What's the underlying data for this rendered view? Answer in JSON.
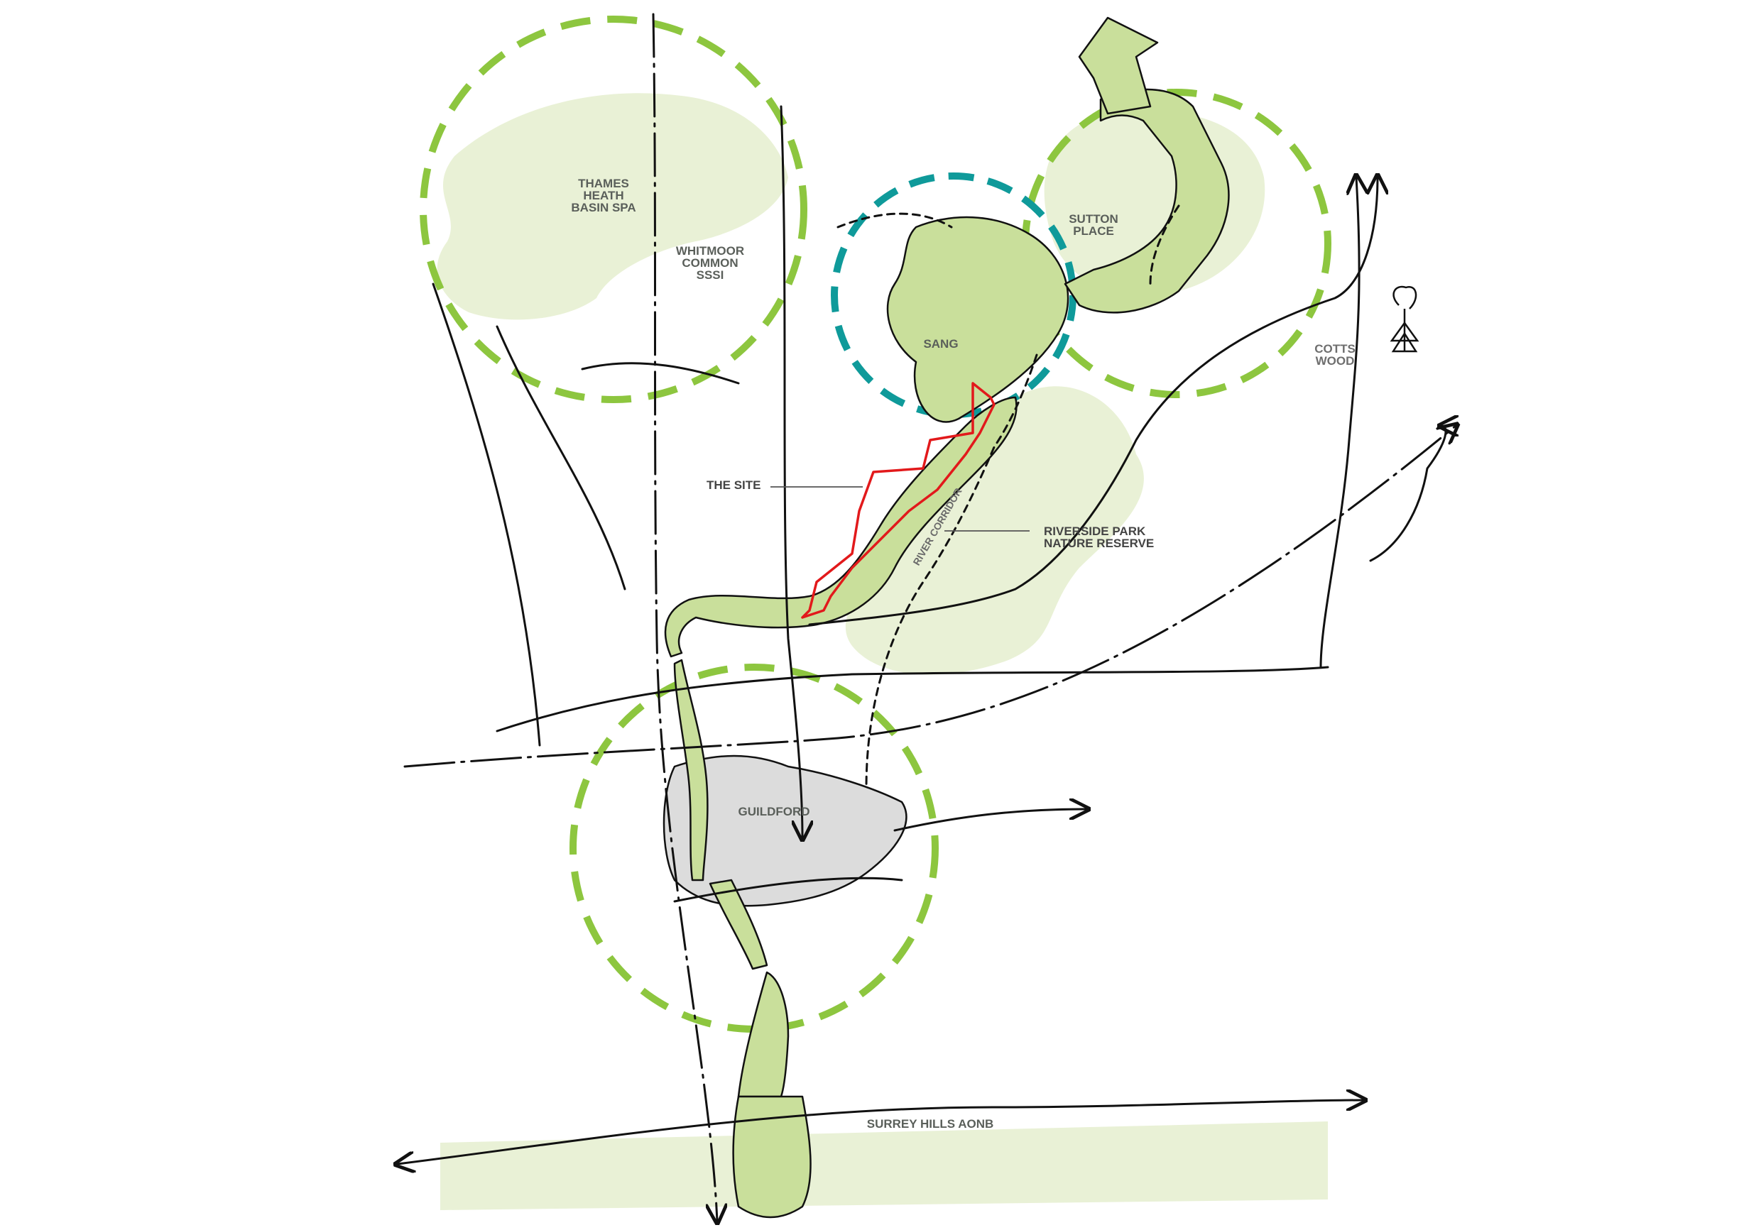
{
  "title": "",
  "colors": {
    "green_light": "#e9f1d6",
    "green_mid": "#c9df9b",
    "green_dash": "#8dc63f",
    "teal_dash": "#0f9a9a",
    "site_red": "#e2191b",
    "town_grey": "#dcdcdc",
    "ink": "#111111"
  },
  "labels": {
    "thames": [
      "THAMES",
      "HEATH",
      "BASIN SPA"
    ],
    "whitmoor": [
      "WHITMOOR",
      "COMMON",
      "SSSI"
    ],
    "sutton": [
      "SUTTON",
      "PLACE"
    ],
    "sang": "SANG",
    "cotts": [
      "COTTS",
      "WOOD"
    ],
    "the_site": "THE SITE",
    "riverside": [
      "RIVERSIDE PARK",
      "NATURE RESERVE"
    ],
    "river_corridor": "RIVER CORRIDOR",
    "guildford": "GUILDFORD",
    "surrey": "SURREY HILLS AONB"
  },
  "icons": [
    "tree-icon",
    "compass-icon"
  ]
}
